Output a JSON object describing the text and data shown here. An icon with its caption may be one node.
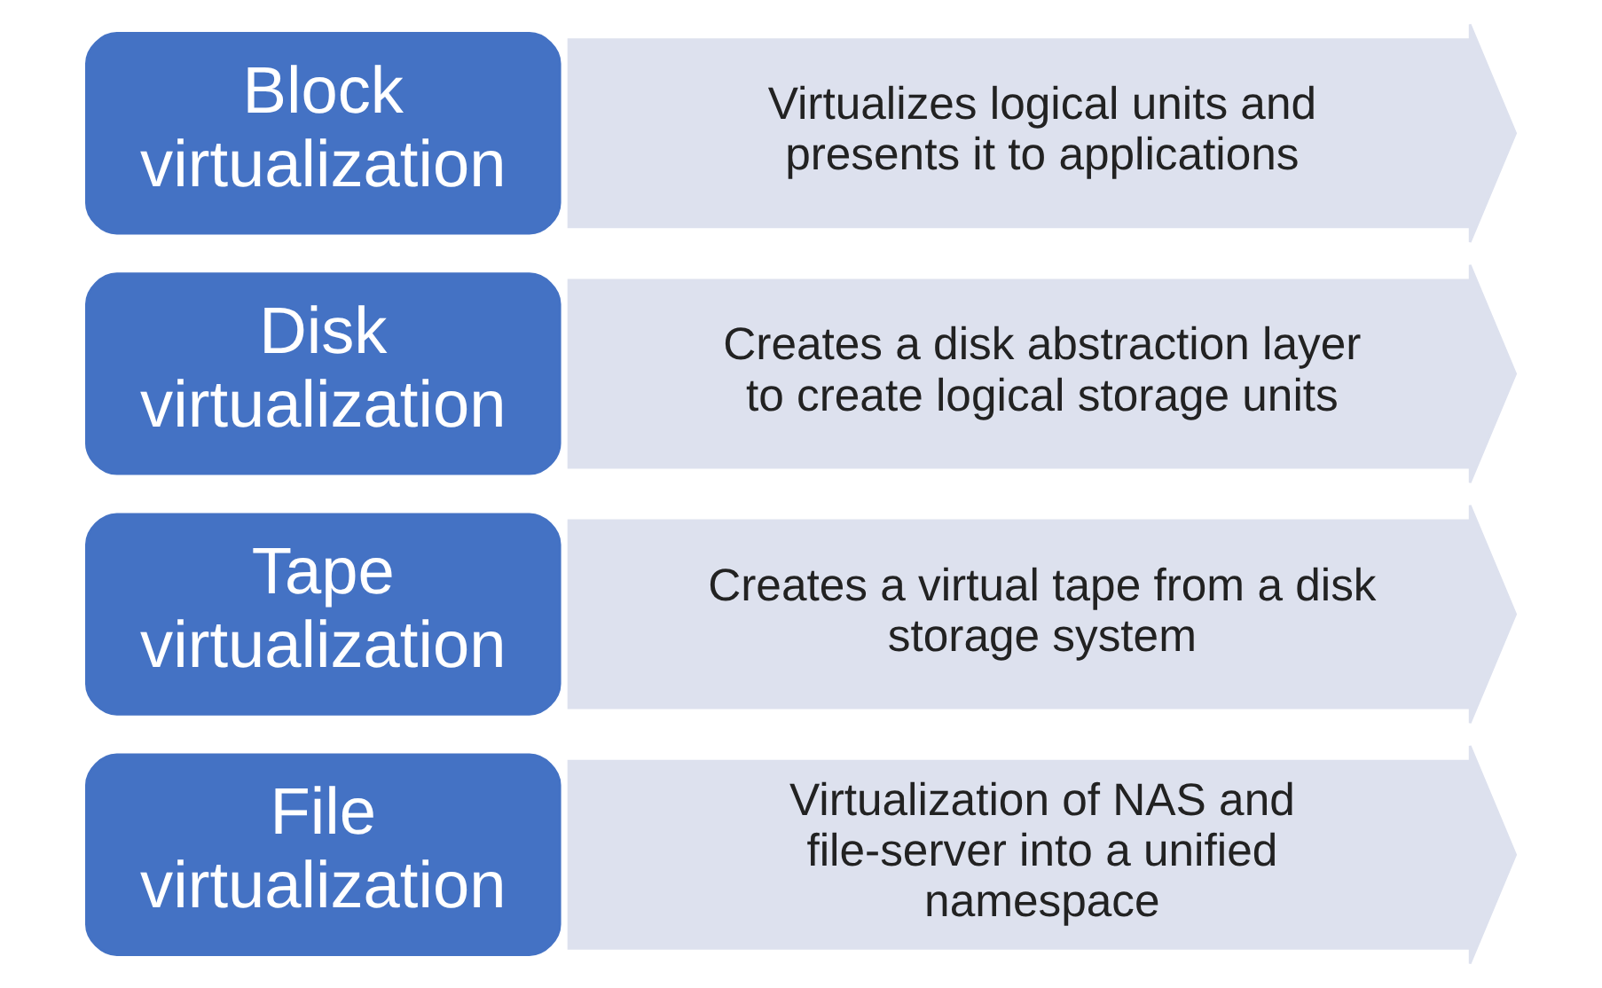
{
  "diagram": {
    "nodes": [
      {
        "text": [
          "Block virtualization"
        ]
      },
      {
        "text": [
          "Virtualizes logical units and presents it to applications"
        ]
      },
      {
        "text": [
          "Disk virtualization"
        ]
      },
      {
        "text": [
          "Creates a disk abstraction layer to create logical storage units"
        ]
      },
      {
        "text": [
          "Tape virtualization"
        ]
      },
      {
        "text": [
          "Creates a virtual tape from a disk storage system"
        ]
      },
      {
        "text": [
          "File virtualization"
        ]
      },
      {
        "text": [
          "Virtualization of NAS and file-server into a unified namespace"
        ]
      }
    ]
  }
}
